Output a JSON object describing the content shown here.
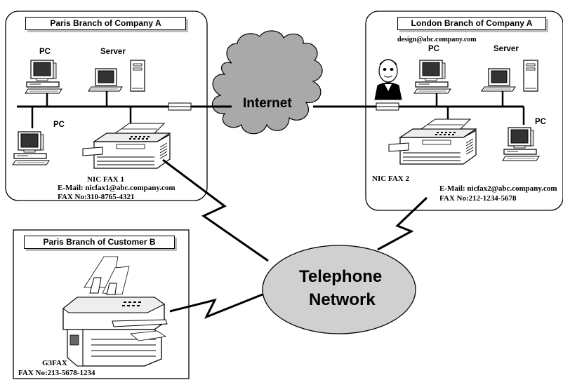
{
  "paris_a": {
    "title": "Paris Branch of Company A",
    "pc_top": "PC",
    "server": "Server",
    "pc_left": "PC",
    "fax_name": "NIC FAX 1",
    "email": "E-Mail: nicfax1@abc.company.com",
    "fax_no": "FAX No:310-8765-4321"
  },
  "london_a": {
    "title": "London Branch of Company A",
    "user_email": "design@abc.company.com",
    "pc_top": "PC",
    "server": "Server",
    "pc_right": "PC",
    "fax_name": "NIC FAX 2",
    "email": "E-Mail: nicfax2@abc.company.com",
    "fax_no": "FAX No:212-1234-5678"
  },
  "customer_b": {
    "title": "Paris Branch of Customer B",
    "fax_name": "G3FAX",
    "fax_no": "FAX No:213-5678-1234"
  },
  "internet": {
    "label": "Internet"
  },
  "telephone": {
    "line1": "Telephone",
    "line2": "Network"
  },
  "colors": {
    "cloud": "#a9a9a9",
    "ellipse": "#d0d0d0",
    "shadow": "#bcbcbc"
  }
}
